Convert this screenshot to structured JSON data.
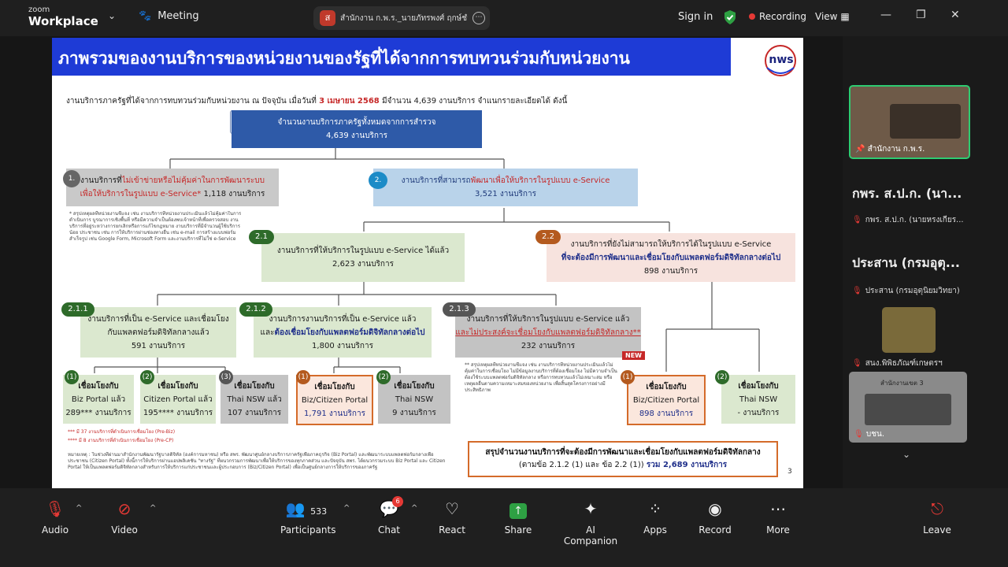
{
  "topbar": {
    "brand_small": "zoom",
    "brand_large": "Workplace",
    "meeting_label": "Meeting",
    "tab_avatar": "ส",
    "tab_title": "สำนักงาน ก.พ.ร._นายภัทรพงศ์ ฤกษ์ชำ่ว",
    "signin": "Sign in",
    "recording": "Recording",
    "view": "View"
  },
  "slide": {
    "title": "ภาพรวมของงานบริการของหน่วยงานของรัฐที่ได้จากการทบทวนร่วมกับหน่วยงาน",
    "logo_text": "nws",
    "intro_pre": "งานบริการภาครัฐที่ได้จากการทบทวนร่วมกับหน่วยงาน ณ ปัจจุบัน เมื่อวันที่",
    "intro_date": "3 เมษายน 2568",
    "intro_post": "มีจำนวน 4,639 งานบริการ จำแนกรายละเอียดได้ ดังนี้",
    "top_box": {
      "line1": "จำนวนงานบริการภาครัฐทั้งหมดจากการสำรวจ",
      "line2": "4,639 งานบริการ"
    },
    "box1": {
      "num": "1.",
      "line1_pre": "งานบริการที่",
      "line1_red": "ไม่เข้าข่ายหรือไม่คุ้มค่าในการพัฒนาระบบ",
      "line2_red": "เพื่อให้บริการในรูปแบบ e-Service*",
      "line2_post": "1,118 งานบริการ"
    },
    "box1_note": "* สรุปเหตุผลที่หน่วยงานชี้แจง เช่น งานบริการที่หน่วยงานประเมินแล้วไม่คุ้มค่าในการดำเนินการ บูรณาการเชิงพื้นที่ หรือมีความจำเป็นต้องพบเจ้าหน้าที่เพื่อตรวจสอบ งานบริการที่อยู่ระหว่างการยกเลิกหรือการแก้ไขกฎหมาย งานบริการที่มีจำนวนผู้ใช้บริการน้อย ประชาชน เช่น การให้บริการผ่านช่องทางอื่น เช่น e-mail การสร้างแบบฟอร์มสำเร็จรูป เช่น Google Form, Microsoft Form และงานบริการที่ไม่ใช่ e-Service",
    "box2": {
      "num": "2.",
      "line1_pre": "งานบริการที่สามารถ",
      "line1_hl": "พัฒนาเพื่อให้บริการในรูปแบบ e-Service",
      "line2": "3,521 งานบริการ"
    },
    "b21": {
      "num": "2.1",
      "line1": "งานบริการที่ให้บริการในรูปแบบ e-Service ได้แล้ว",
      "line2": "2,623 งานบริการ"
    },
    "b22": {
      "num": "2.2",
      "line1": "งานบริการที่ยังไม่สามารถให้บริการได้ในรูปแบบ e-Service",
      "line2": "ที่จะต้องมีการพัฒนาและเชื่อมโยงกับแพลตฟอร์มดิจิทัลกลางต่อไป",
      "line3": "898 งานบริการ"
    },
    "b211": {
      "num": "2.1.1",
      "line1": "งานบริการที่เป็น e-Service และเชื่อมโยง",
      "line2": "กับแพลตฟอร์มดิจิทัลกลางแล้ว",
      "line3": "591 งานบริการ"
    },
    "b212": {
      "num": "2.1.2",
      "line1": "งานบริการงานบริการที่เป็น e-Service แล้ว",
      "line2_pre": "และ",
      "line2_hl": "ต้องเชื่อมโยงกับแพลตฟอร์มดิจิทัลกลางต่อไป",
      "line3": "1,800 งานบริการ"
    },
    "b213": {
      "num": "2.1.3",
      "line1": "งานบริการที่ให้บริการในรูปแบบ e-Service แล้ว",
      "line2_red": "และไม่ประสงค์จะเชื่อมโยงกับแพลตฟอร์มดิจิทัลกลาง**",
      "line3": "232 งานบริการ"
    },
    "new_tag": "NEW",
    "b213_note": "** สรุปเหตุผลที่หน่วยงานชี้แจง เช่น งานบริการที่หน่วยงานประเมินแล้วไม่คุ้มค่าในการเชื่อมโยง ไม่มีข้อมูลงานบริการที่ต้องเชื่อมโยง ไม่มีความจำเป็นต้องใช้ระบบแพลตฟอร์มดิจิทัลกลาง หรือการทบทวนแล้วไม่เหมาะสม หรือเหตุผลอื่นตามความเหมาะสมของหน่วยงาน เพื่อสิ้นสุดโครงการอย่างมีประสิทธิภาพ",
    "leaves": [
      {
        "num": "(1)",
        "l1": "เชื่อมโยงกับ",
        "l2": "Biz Portal แล้ว",
        "l3": "289*** งานบริการ"
      },
      {
        "num": "(2)",
        "l1": "เชื่อมโยงกับ",
        "l2": "Citizen Portal แล้ว",
        "l3": "195**** งานบริการ"
      },
      {
        "num": "(3)",
        "l1": "เชื่อมโยงกับ",
        "l2": "Thai NSW แล้ว",
        "l3": "107 งานบริการ"
      },
      {
        "num": "(1)",
        "l1": "เชื่อมโยงกับ",
        "l2": "Biz/Citizen Portal",
        "l3": "1,791 งานบริการ"
      },
      {
        "num": "(2)",
        "l1": "เชื่อมโยงกับ",
        "l2": "Thai NSW",
        "l3": "9 งานบริการ"
      },
      {
        "num": "(1)",
        "l1": "เชื่อมโยงกับ",
        "l2": "Biz/Citizen Portal",
        "l3": "898 งานบริการ"
      },
      {
        "num": "(2)",
        "l1": "เชื่อมโยงกับ",
        "l2": "Thai NSW",
        "l3": "- งานบริการ"
      }
    ],
    "fn1": "*** มี 37 งานบริการที่ดำเนินการเชื่อมโยง (Pre-Biz)",
    "fn2": "**** มี 8 งานบริการที่ดำเนินการเชื่อมโยง (Pre-CP)",
    "remark": "หมายเหตุ : ในช่วงที่ผ่านมาสำนักงานพัฒนารัฐบาลดิจิทัล (องค์การมหาชน) หรือ สพร. พัฒนาศูนย์กลางบริการภาครัฐเพื่อภาคธุรกิจ (Biz Portal) และพัฒนาระบบแพลตฟอร์มกลางเพื่อประชาชน (Citizen Portal) ทั้งนี้การให้บริการผ่านแอปพลิเคชัน \"ทางรัฐ\" ที่ผนวกรวมการพัฒนาเพื่อให้บริการของทุกภาคส่วน และปัจจุบัน สพร. ได้ผนวกรวมระบบ Biz Portal และ Citizen Portal ให้เป็นแพลตฟอร์มดิจิทัลกลางสำหรับการให้บริการแก่ประชาชนและผู้ประกอบการ (Biz/Citizen Portal) เพื่อเป็นศูนย์กลางการให้บริการของภาครัฐ",
    "summary": {
      "line1": "สรุปจำนวนงานบริการที่จะต้องมีการพัฒนาและเชื่อมโยงกับแพลตฟอร์มดิจิทัลกลาง",
      "line2_pre": "(ตามข้อ 2.1.2 (1) และ ข้อ 2.2 (1))",
      "line2_bold": "รวม 2,689 งานบริการ"
    },
    "page_number": "3"
  },
  "panel": {
    "tile1_name": "สำนักงาน ก.พ.ร.",
    "p2_big": "กพร. ส.ป.ก. (นา...",
    "p2_small": "กพร. ส.ป.ก. (นายหรงเกียร...",
    "p3_big": "ประสาน (กรมอุตุ...",
    "p3_small": "ประสาน (กรมอุตุนิยมวิทยา)",
    "tile4_name": "สนง.พิพิธภัณฑ์เกษตรฯ",
    "tile5_name": "บชน.",
    "tile5_sign": "สำนักงานเขต 3"
  },
  "toolbar": {
    "audio": "Audio",
    "video": "Video",
    "participants": "Participants",
    "participants_count": "533",
    "chat": "Chat",
    "chat_badge": "6",
    "react": "React",
    "share": "Share",
    "ai": "AI Companion",
    "apps": "Apps",
    "record": "Record",
    "more": "More",
    "leave": "Leave"
  }
}
